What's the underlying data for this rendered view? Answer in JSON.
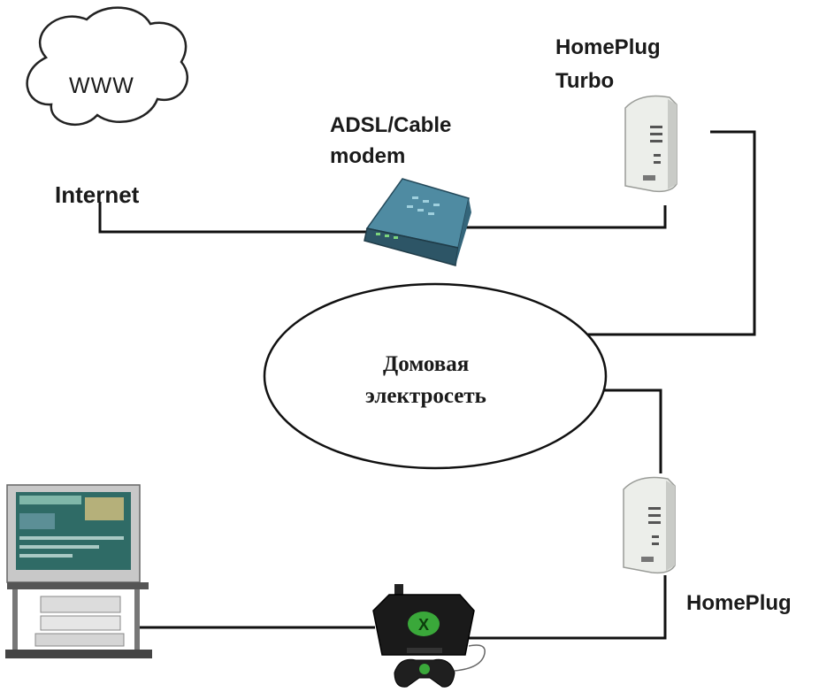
{
  "cloud": {
    "text": "WWW",
    "caption": "Internet"
  },
  "modem": {
    "label_line1": "ADSL/Cable",
    "label_line2": "modem"
  },
  "adapter_top": {
    "label_line1": "HomePlug",
    "label_line2": "Turbo"
  },
  "adapter_bottom": {
    "label": "HomePlug"
  },
  "network": {
    "label_line1": "Домовая",
    "label_line2": "электросеть"
  },
  "colors": {
    "line": "#111111",
    "modem_body": "#3e6f86",
    "adapter_body": "#eceeea",
    "console_body": "#1a1a1a",
    "console_accent": "#3aa83a",
    "tv_frame": "#c8c8c8",
    "tv_screen": "#2f6b66"
  },
  "icons": [
    "cloud-icon",
    "modem-icon",
    "powerline-adapter-icon",
    "game-console-icon",
    "tv-stand-icon"
  ]
}
